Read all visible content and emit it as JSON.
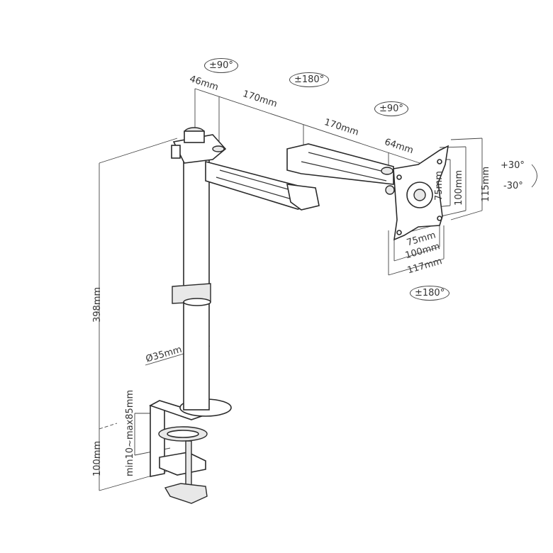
{
  "dimensions": {
    "pole_height": "398mm",
    "clamp_height": "100mm",
    "clamp_range": "min10~max85mm",
    "pole_diameter": "Ø35mm",
    "joint_offset": "46mm",
    "arm1_length": "170mm",
    "arm2_length": "170mm",
    "head_offset": "64mm",
    "vesa_h_small": "75mm",
    "vesa_h_large": "100mm",
    "plate_width": "117mm",
    "vesa_v_small": "75mm",
    "vesa_v_large": "100mm",
    "plate_height": "115mm"
  },
  "rotations": {
    "pole_joint": "±90°",
    "elbow": "±180°",
    "head_swivel": "±90°",
    "head_rotate": "±180°",
    "tilt_up": "+30°",
    "tilt_down": "-30°"
  }
}
